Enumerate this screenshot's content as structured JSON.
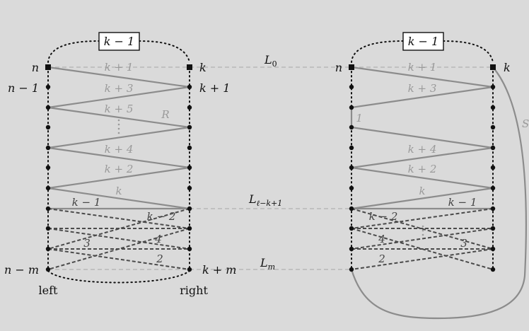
{
  "left_figure": {
    "top_box": "k − 1",
    "left_labels": {
      "n": "n",
      "n_minus_1": "n − 1",
      "n_minus_m": "n − m"
    },
    "right_labels": {
      "k": "k",
      "k_plus_1": "k + 1",
      "k_plus_m": "k + m"
    },
    "column_captions": {
      "left": "left",
      "right": "right"
    },
    "solid_edge_labels": [
      "k + 1",
      "k + 3",
      "k + 5",
      "k + 4",
      "k + 2",
      "k"
    ],
    "region_label": "R",
    "dashed_edge_labels": [
      "k − 1",
      "k − 2",
      "3",
      "4",
      "2"
    ]
  },
  "middle_labels": {
    "L0": "L",
    "L0_sub": "0",
    "Lk": "L",
    "Lk_sub": "ℓ−k+1",
    "Lm": "L",
    "Lm_sub": "m"
  },
  "right_figure": {
    "top_box": "k − 1",
    "left_labels": {
      "n": "n"
    },
    "right_labels": {
      "k": "k"
    },
    "solid_edge_labels": [
      "k + 1",
      "k + 3",
      "1",
      "k + 4",
      "k + 2",
      "k"
    ],
    "dashed_edge_labels": [
      "k − 1",
      "k − 2",
      "4",
      "3",
      "2"
    ],
    "curve_label": "S"
  },
  "colors": {
    "background": "#dadada",
    "solid_edge": "#8c8c8c",
    "dashed_edge": "#4a4a4a",
    "level_line": "#b8b8b8",
    "dot": "#111111"
  }
}
